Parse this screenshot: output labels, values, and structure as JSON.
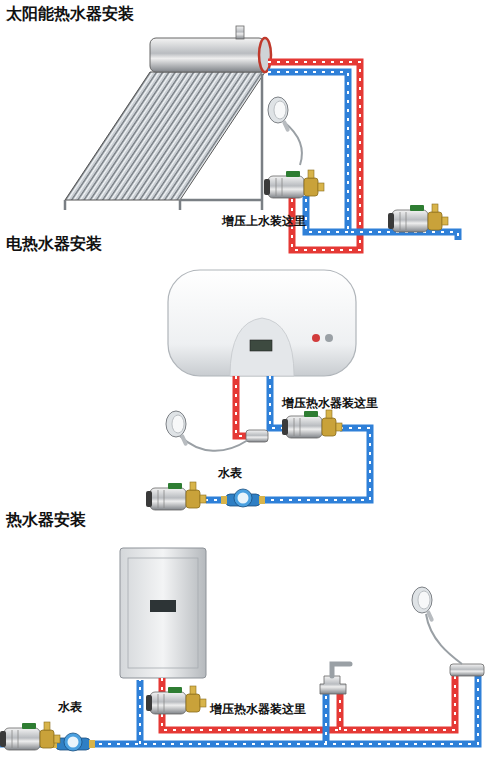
{
  "diagram": {
    "labels": [
      "太阳能热水器安装",
      "增压上水装这里",
      "电热水器安装",
      "增压热水器装这里",
      "水表",
      "热水器安装",
      "水表",
      "增压热水器装这里"
    ]
  }
}
